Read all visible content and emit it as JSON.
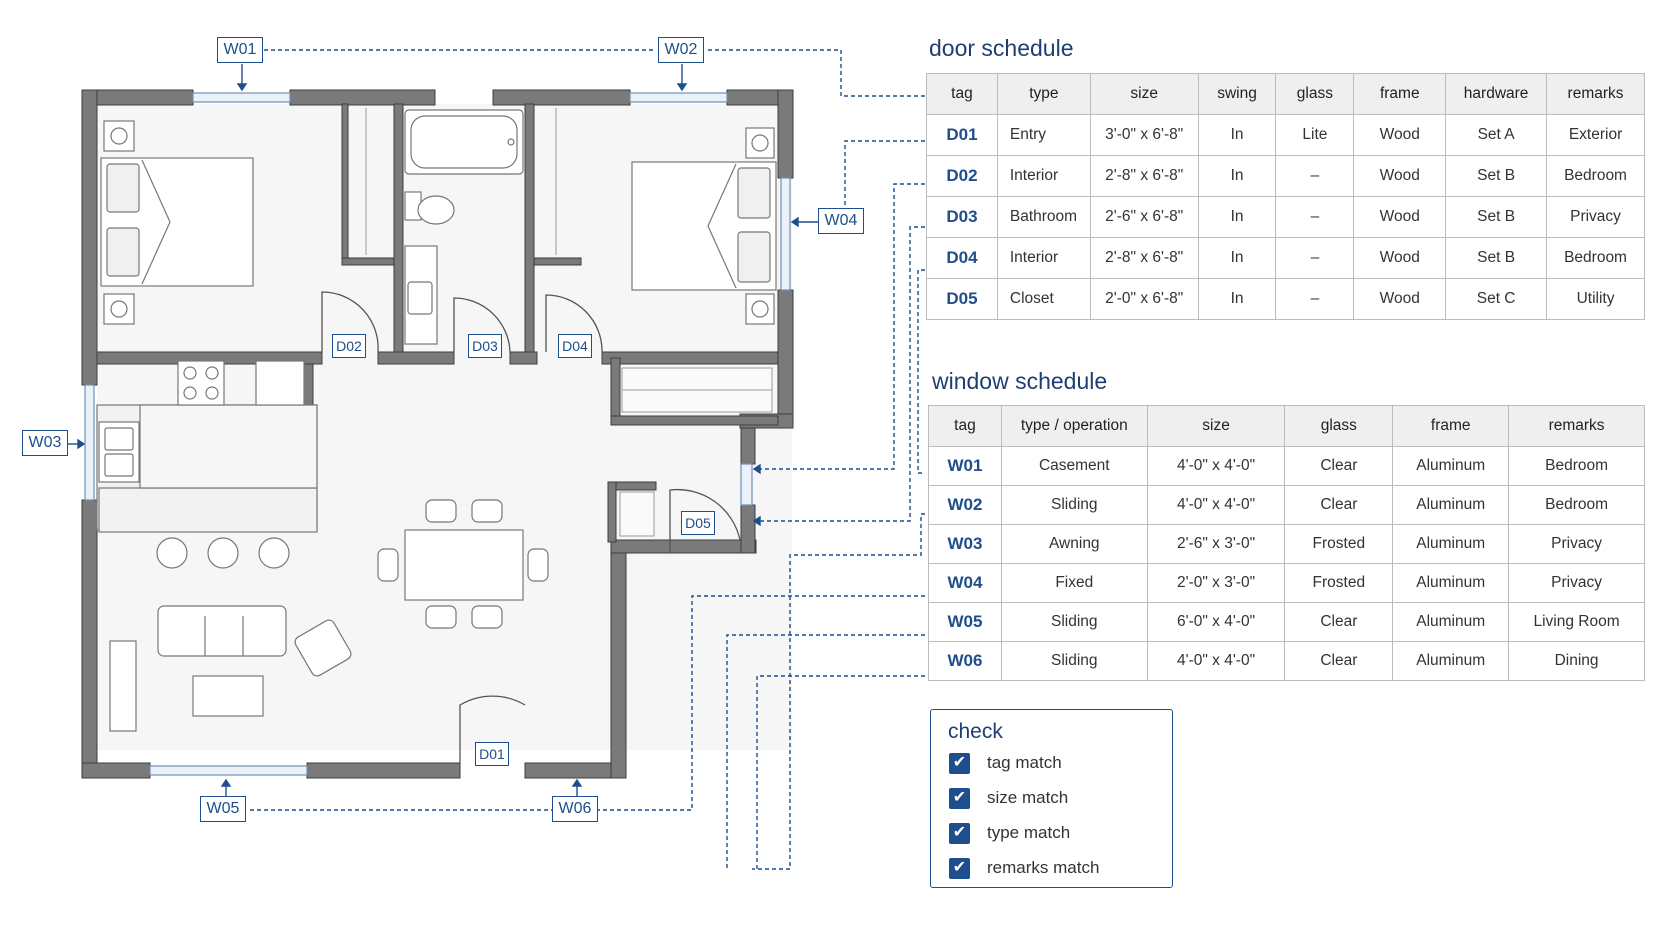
{
  "door_schedule": {
    "title": "door schedule",
    "columns": [
      "tag",
      "type",
      "size",
      "swing",
      "glass",
      "frame",
      "hardware",
      "remarks"
    ],
    "rows": [
      [
        "D01",
        "Entry",
        "3'-0\" x 6'-8\"",
        "In",
        "Lite",
        "Wood",
        "Set A",
        "Exterior"
      ],
      [
        "D02",
        "Interior",
        "2'-8\" x 6'-8\"",
        "In",
        "–",
        "Wood",
        "Set B",
        "Bedroom"
      ],
      [
        "D03",
        "Bathroom",
        "2'-6\" x 6'-8\"",
        "In",
        "–",
        "Wood",
        "Set B",
        "Privacy"
      ],
      [
        "D04",
        "Interior",
        "2'-8\" x 6'-8\"",
        "In",
        "–",
        "Wood",
        "Set B",
        "Bedroom"
      ],
      [
        "D05",
        "Closet",
        "2'-0\" x 6'-8\"",
        "In",
        "–",
        "Wood",
        "Set C",
        "Utility"
      ]
    ]
  },
  "window_schedule": {
    "title": "window schedule",
    "columns": [
      "tag",
      "type / operation",
      "size",
      "glass",
      "frame",
      "remarks"
    ],
    "rows": [
      [
        "W01",
        "Casement",
        "4'-0\" x 4'-0\"",
        "Clear",
        "Aluminum",
        "Bedroom"
      ],
      [
        "W02",
        "Sliding",
        "4'-0\" x 4'-0\"",
        "Clear",
        "Aluminum",
        "Bedroom"
      ],
      [
        "W03",
        "Awning",
        "2'-6\" x 3'-0\"",
        "Frosted",
        "Aluminum",
        "Privacy"
      ],
      [
        "W04",
        "Fixed",
        "2'-0\" x 3'-0\"",
        "Frosted",
        "Aluminum",
        "Privacy"
      ],
      [
        "W05",
        "Sliding",
        "6'-0\" x 4'-0\"",
        "Clear",
        "Aluminum",
        "Living Room"
      ],
      [
        "W06",
        "Sliding",
        "4'-0\" x 4'-0\"",
        "Clear",
        "Aluminum",
        "Dining"
      ]
    ]
  },
  "check": {
    "title": "check",
    "items": [
      {
        "label": "tag match",
        "checked": true
      },
      {
        "label": "size match",
        "checked": true
      },
      {
        "label": "type match",
        "checked": true
      },
      {
        "label": "remarks match",
        "checked": true
      }
    ]
  },
  "plan_tags": {
    "windows": [
      "W01",
      "W02",
      "W03",
      "W04",
      "W05",
      "W06"
    ],
    "doors": [
      "D01",
      "D02",
      "D03",
      "D04",
      "D05"
    ]
  },
  "colors": {
    "accent": "#1f4e8c",
    "wall": "#777777",
    "leader": "#1f4e8c"
  }
}
